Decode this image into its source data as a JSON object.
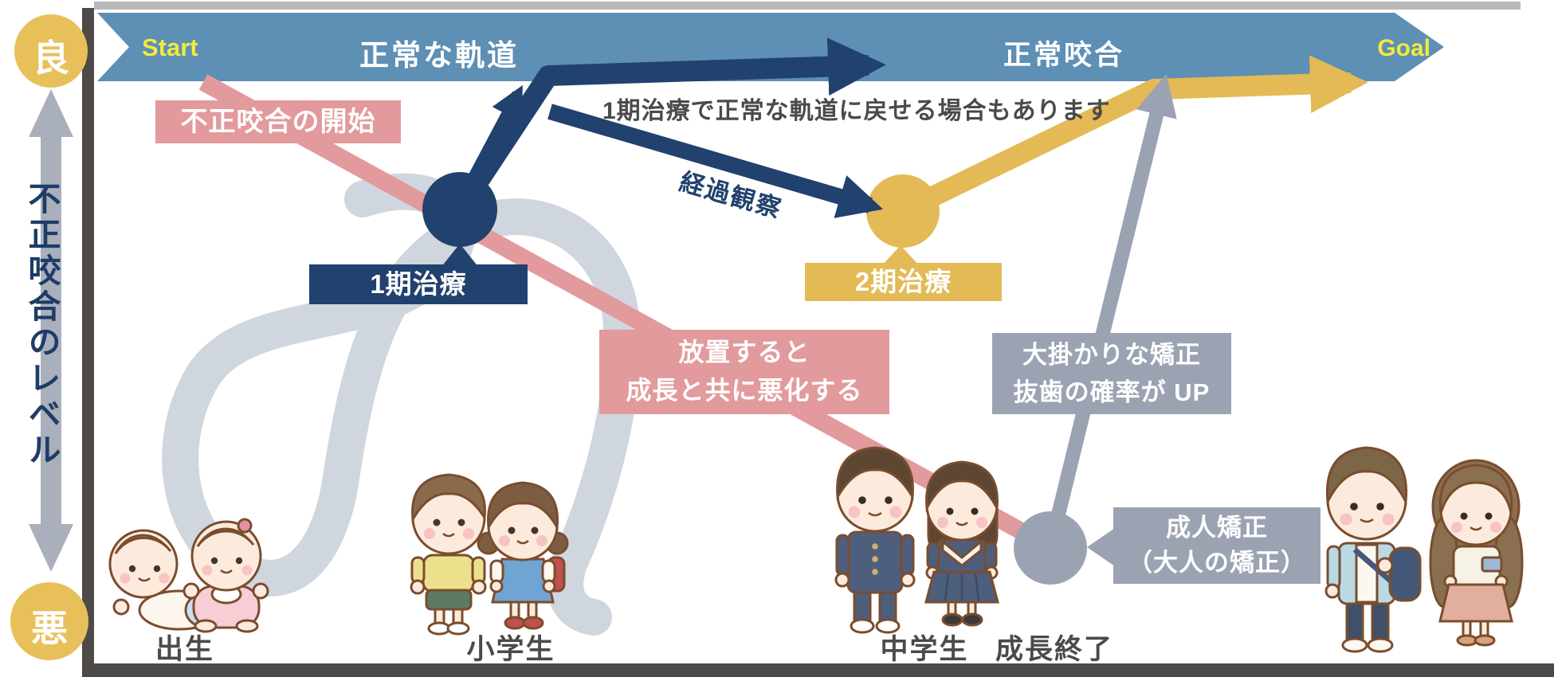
{
  "axis": {
    "good": "良",
    "bad": "悪",
    "level_label": "不正咬合のレベル"
  },
  "banner": {
    "start": "Start",
    "normal_track": "正常な軌道",
    "normal_occlusion": "正常咬合",
    "goal": "Goal"
  },
  "notes": {
    "phase1_return": "1期治療で正常な軌道に戻せる場合もあります",
    "observation": "経過観察"
  },
  "callouts": {
    "malocclusion_start": "不正咬合の開始",
    "phase1": "1期治療",
    "phase2": "2期治療",
    "neglect": [
      "放置すると",
      "成長と共に悪化する"
    ],
    "major_treatment": [
      "大掛かりな矯正",
      "抜歯の確率が UP"
    ],
    "adult_treatment": [
      "成人矯正",
      "（大人の矯正）"
    ]
  },
  "stages": [
    {
      "label": "出生"
    },
    {
      "label": "小学生"
    },
    {
      "label": "中学生"
    },
    {
      "label": "成長終了"
    }
  ],
  "colors": {
    "banner_blue": "#5e8fb5",
    "navy": "#21416e",
    "yellow": "#e3ba55",
    "pink": "#e29a9d",
    "gray": "#9ba3b3",
    "accent_yellow": "#f2ea3c",
    "text_dark": "#4a4a4a",
    "watermark": "#cfd6dd"
  }
}
